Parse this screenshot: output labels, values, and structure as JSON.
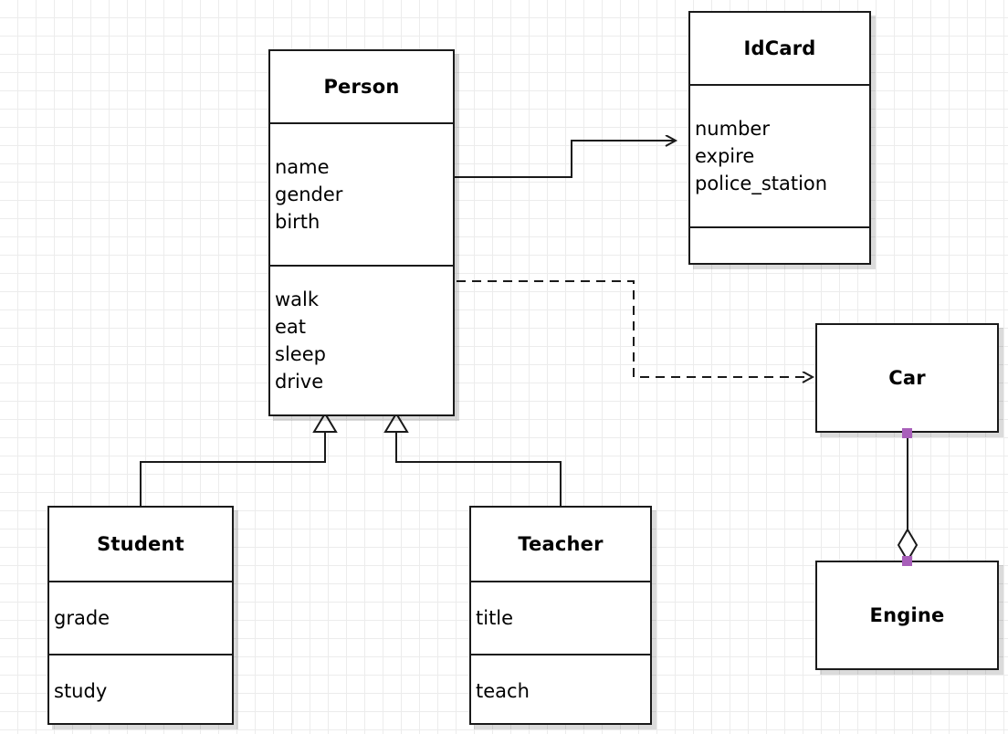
{
  "diagram": {
    "type": "uml-class-diagram",
    "background": "#ffffff",
    "grid_color": "#ececec",
    "grid_size": 20,
    "line_color": "#1a1a1a",
    "handle_color": "#a85fba"
  },
  "classes": {
    "person": {
      "name": "Person",
      "attributes": [
        "name",
        "gender",
        "birth"
      ],
      "operations": [
        "walk",
        "eat",
        "sleep",
        "drive"
      ]
    },
    "idcard": {
      "name": "IdCard",
      "attributes": [
        "number",
        "expire",
        "police_station"
      ],
      "operations": []
    },
    "student": {
      "name": "Student",
      "attributes": [
        "grade"
      ],
      "operations": [
        "study"
      ]
    },
    "teacher": {
      "name": "Teacher",
      "attributes": [
        "title"
      ],
      "operations": [
        "teach"
      ]
    },
    "car": {
      "name": "Car"
    },
    "engine": {
      "name": "Engine"
    }
  },
  "relationships": [
    {
      "id": "person-idcard",
      "kind": "association",
      "style": "solid",
      "arrow": "open-arrow",
      "from": "Person",
      "to": "IdCard"
    },
    {
      "id": "person-car",
      "kind": "dependency",
      "style": "dashed",
      "arrow": "open-arrow",
      "from": "Person",
      "to": "Car"
    },
    {
      "id": "student-person",
      "kind": "generalization",
      "style": "solid",
      "arrow": "hollow-triangle",
      "from": "Student",
      "to": "Person"
    },
    {
      "id": "teacher-person",
      "kind": "generalization",
      "style": "solid",
      "arrow": "hollow-triangle",
      "from": "Teacher",
      "to": "Person"
    },
    {
      "id": "car-engine",
      "kind": "aggregation",
      "style": "solid",
      "arrow": "hollow-diamond",
      "from": "Car",
      "to": "Engine"
    }
  ]
}
